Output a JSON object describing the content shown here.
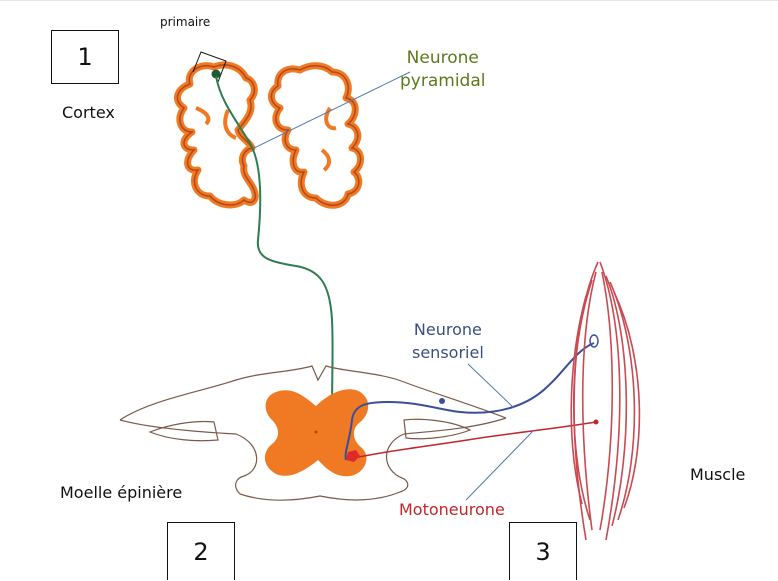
{
  "labels": {
    "cortex": "Cortex",
    "primaire": "primaire",
    "neurone_pyramidal_line1": "Neurone",
    "neurone_pyramidal_line2": "pyramidal",
    "neurone_sensoriel_line1": "Neurone",
    "neurone_sensoriel_line2": "sensoriel",
    "moelle_epiniere": "Moelle épinière",
    "motoneurone": "Motoneurone",
    "muscle": "Muscle"
  },
  "boxes": {
    "box1": "1",
    "box2": "2",
    "box3": "3"
  },
  "colors": {
    "cortex_fill": "#f07a24",
    "cortex_outline": "#b0481a",
    "grey_matter": "#f07a24",
    "pyramidal_neuron": "#2e7d4f",
    "sensory_neuron": "#3a4f9a",
    "motor_neuron": "#c0262b",
    "muscle_fibers": "#c94a52",
    "spinal_outline": "#7a5a4a",
    "pointer_line": "#5577aa"
  }
}
